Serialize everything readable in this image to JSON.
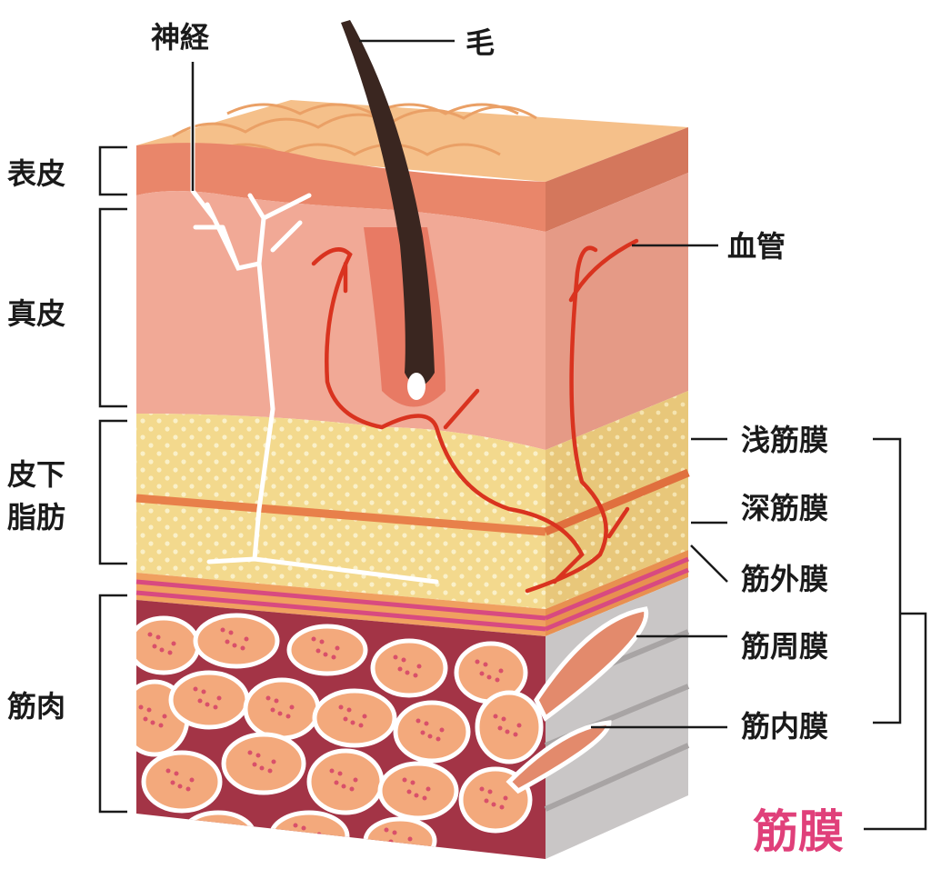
{
  "labels": {
    "nerve": "神経",
    "hair": "毛",
    "epidermis": "表皮",
    "dermis": "真皮",
    "blood_vessel": "血管",
    "subcutaneous_fat_line1": "皮下",
    "subcutaneous_fat_line2": "脂肪",
    "muscle": "筋肉",
    "superficial_fascia": "浅筋膜",
    "deep_fascia": "深筋膜",
    "epimysium": "筋外膜",
    "perimysium": "筋周膜",
    "endomysium": "筋内膜",
    "fascia": "筋膜"
  },
  "colors": {
    "fascia_accent": "#e0407a",
    "epidermis": "#e9866a",
    "dermis": "#f1a996",
    "fat": "#f3d98d",
    "muscle_bg": "#a33446",
    "muscle_fiber": "#f3a97c",
    "vessel": "#d9331f",
    "hair": "#3a2620"
  }
}
